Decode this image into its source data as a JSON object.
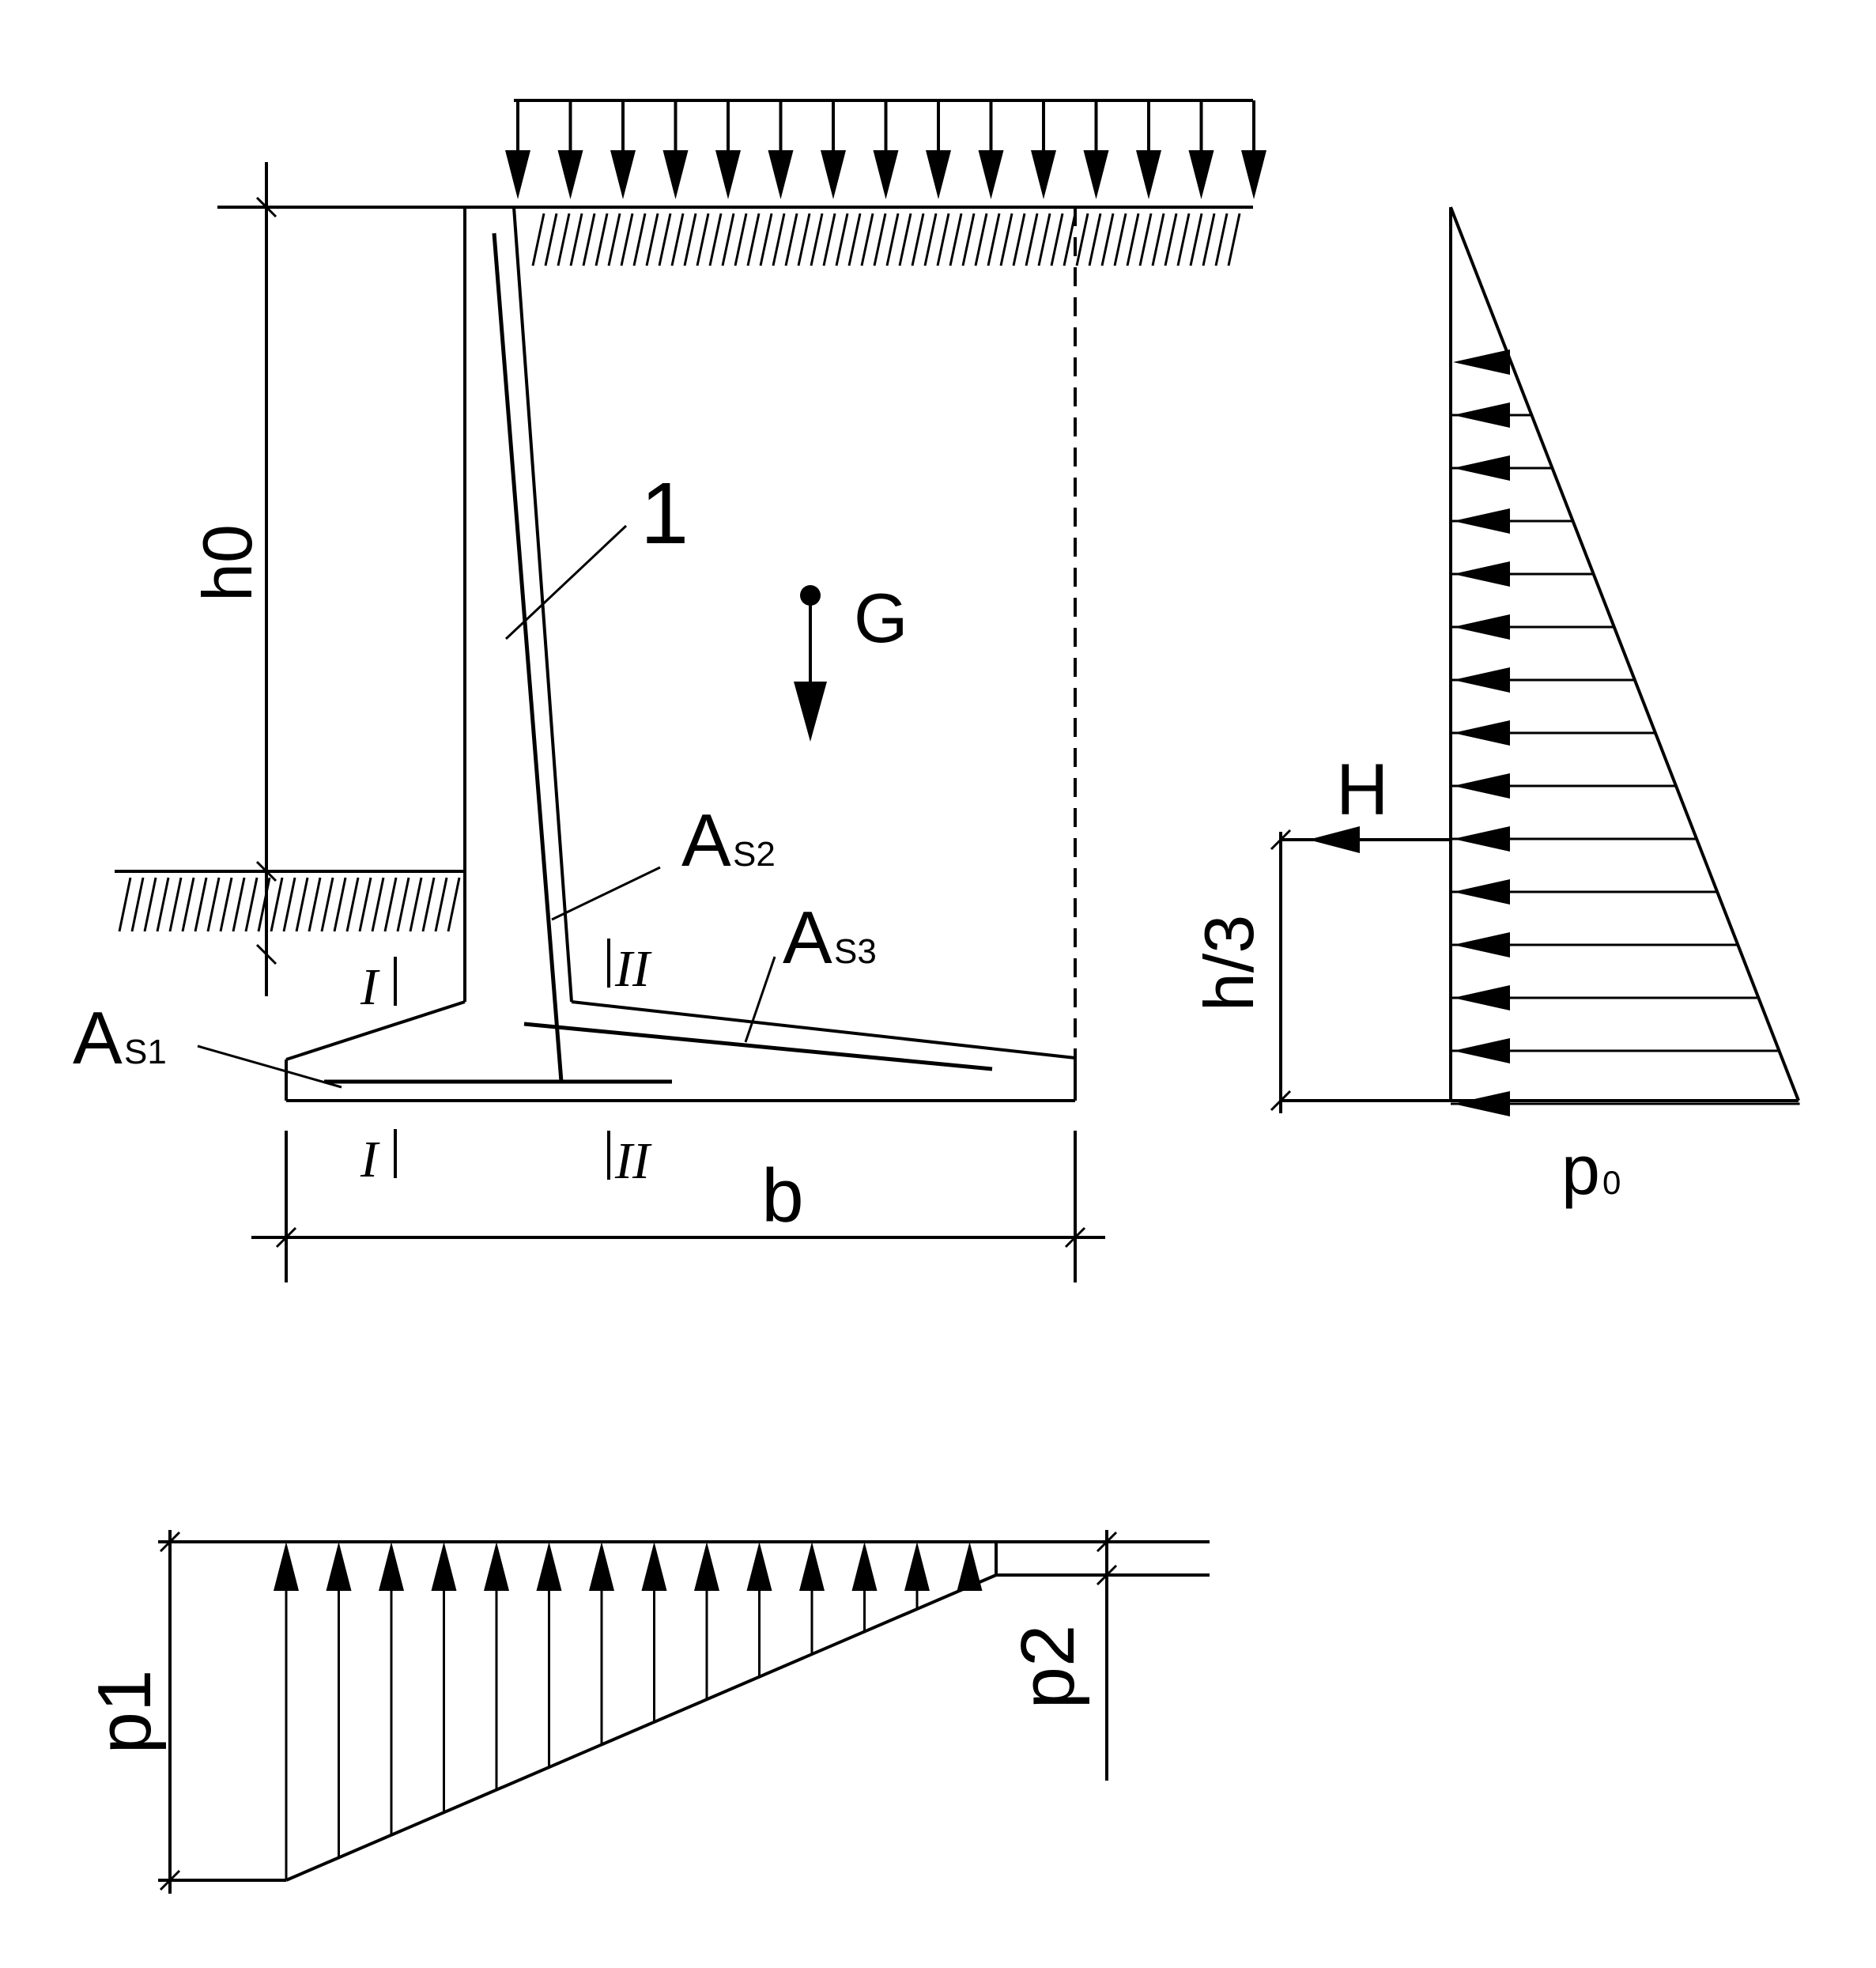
{
  "labels": {
    "h0": "h0",
    "one": "1",
    "G": "G",
    "H": "H",
    "h3": "h/3",
    "b": "b",
    "p1": "p1",
    "p2": "p2",
    "p0_main": "p",
    "p0_sub": "0",
    "As1_main": "A",
    "As1_sub": "S1",
    "As2_main": "A",
    "As2_sub": "S2",
    "As3_main": "A",
    "As3_sub": "S3",
    "sec1_top": "I",
    "sec1_bot": "I",
    "sec2_top": "II",
    "sec2_bot": "II"
  }
}
